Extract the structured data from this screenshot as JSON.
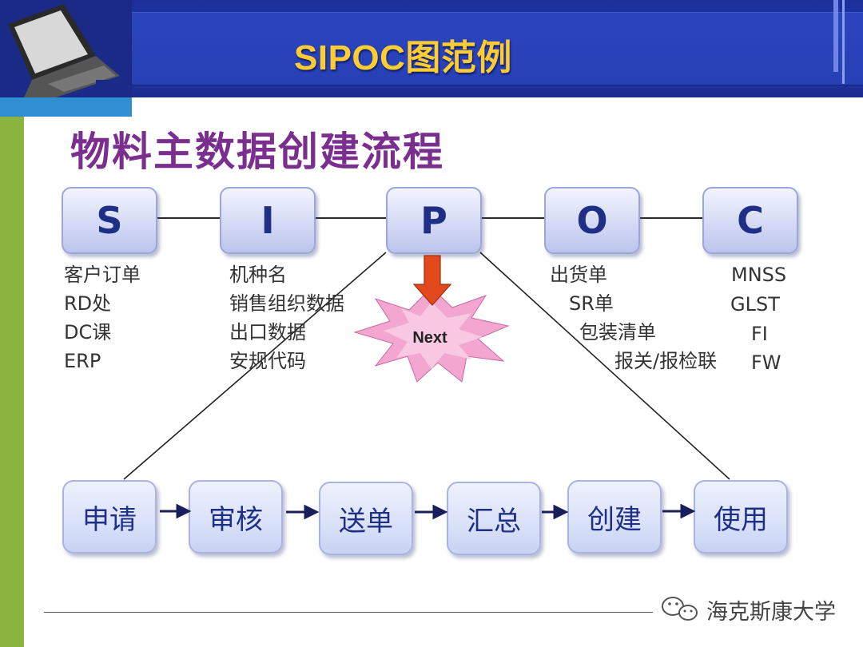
{
  "slide_title": "SIPOC图范例",
  "subtitle": "物料主数据创建流程",
  "sipoc": [
    {
      "letter": "S"
    },
    {
      "letter": "I"
    },
    {
      "letter": "P"
    },
    {
      "letter": "O"
    },
    {
      "letter": "C"
    }
  ],
  "suppliers": [
    "客户订单",
    "RD处",
    "DC课",
    "ERP"
  ],
  "inputs": [
    "机种名",
    "销售组织数据",
    "出口数据",
    "安规代码"
  ],
  "outputs": [
    "出货单",
    "SR单",
    "包装清单",
    "报关/报检联"
  ],
  "customers": [
    "MNSS",
    "GLST",
    "FI",
    "FW"
  ],
  "next_label": "Next",
  "process_steps": [
    "申请",
    "审核",
    "送单",
    "汇总",
    "创建",
    "使用"
  ],
  "watermark": "海克斯康大学",
  "colors": {
    "header_blue": "#223aae",
    "title_yellow": "#ffcc33",
    "subtitle_purple": "#7a2f8f",
    "box_text_blue": "#1f2f86",
    "arrow_red": "#e24a1e",
    "burst_pink": "#f3a6cf",
    "left_bar_green": "#8ab43f"
  }
}
